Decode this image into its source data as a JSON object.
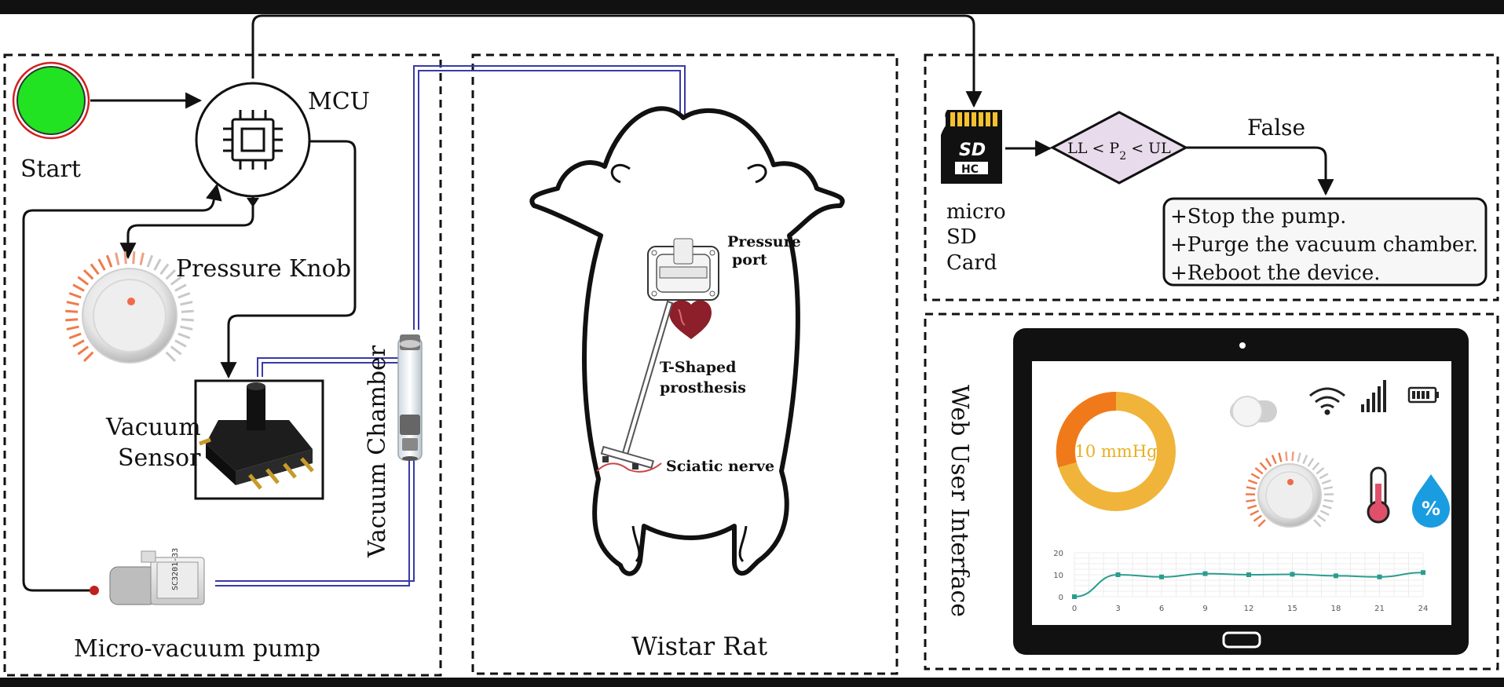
{
  "start": {
    "label": "Start"
  },
  "mcu": {
    "label": "MCU"
  },
  "knob": {
    "label": "Pressure Knob"
  },
  "sensor": {
    "label_line1": "Vacuum",
    "label_line2": "Sensor"
  },
  "chamber": {
    "label": "Vacuum Chamber"
  },
  "pump": {
    "label": "Micro-vacuum pump",
    "model_text": "SC3201-33"
  },
  "rat": {
    "label": "Wistar Rat",
    "pressure_port_line1": "Pressure",
    "pressure_port_line2": "port",
    "prosthesis_line1": "T-Shaped",
    "prosthesis_line2": "prosthesis",
    "nerve": "Sciatic nerve"
  },
  "sd": {
    "line1": "micro",
    "line2": "SD",
    "line3": "Card",
    "card_logo": "SD",
    "card_sub": "HC"
  },
  "condition": {
    "text": "LL < P",
    "subscript": "2",
    "text_end": " < UL",
    "false_label": "False"
  },
  "actions": [
    "+Stop the pump.",
    "+Purge the vacuum chamber.",
    "+Reboot the device."
  ],
  "web_ui": {
    "label": "Web User Interface",
    "gauge_text": "10 mmHg",
    "humidity_symbol": "%",
    "chart_data": {
      "type": "line",
      "x": [
        0,
        3,
        6,
        9,
        12,
        15,
        18,
        21,
        24
      ],
      "values": [
        0,
        10,
        9,
        10.5,
        10,
        10.2,
        9.5,
        9,
        11
      ],
      "yticks": [
        0,
        10,
        20
      ],
      "ylim": [
        0,
        20
      ],
      "xlim": [
        0,
        24
      ]
    }
  },
  "colors": {
    "start_green": "#22e322",
    "start_ring": "#d02020",
    "diamond_fill": "#e8dcec",
    "tube_blue": "#3a3aa8",
    "gauge_orange": "#f07a1a",
    "gauge_yellow": "#f0b43a",
    "chart_line": "#2a9d8f",
    "humidity_blue": "#1a9ce0"
  }
}
